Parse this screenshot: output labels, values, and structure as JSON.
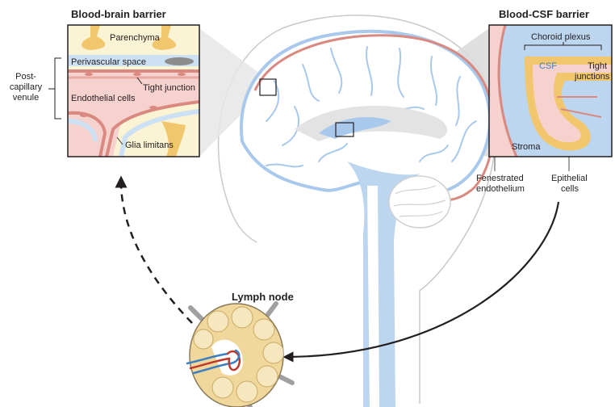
{
  "titles": {
    "bbb": "Blood-brain barrier",
    "bcsf": "Blood-CSF barrier",
    "lymph": "Lymph node"
  },
  "bbb_labels": {
    "parenchyma": "Parenchyma",
    "perivascular": "Perivascular space",
    "tight_junction": "Tight junction",
    "endothelial": "Endothelial cells",
    "glia": "Glia limitans"
  },
  "venule_label": [
    "Post-",
    "capillary",
    "venule"
  ],
  "csf_labels": {
    "choroid": "Choroid plexus",
    "csf": "CSF",
    "tight": [
      "Tight",
      "junctions"
    ],
    "stroma": "Stroma",
    "fenestrated": [
      "Fenestrated",
      "endothelium"
    ],
    "epithelial": [
      "Epithelial",
      "cells"
    ]
  },
  "colors": {
    "blue": "#a9c9ec",
    "blue_dark": "#7fb0e0",
    "pink": "#f1c4c0",
    "red": "#d9897f",
    "cream": "#faf3d4",
    "yellow": "#f2c66d",
    "tan": "#f0d79b"
  }
}
